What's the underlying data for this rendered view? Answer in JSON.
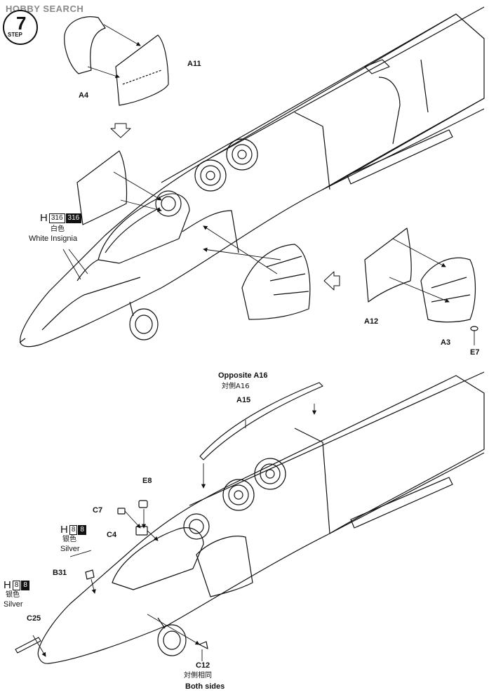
{
  "watermark": "HOBBY SEARCH",
  "step": {
    "label": "STEP",
    "number": "7"
  },
  "top": {
    "parts": {
      "A11": "A11",
      "A4": "A4",
      "A12": "A12",
      "A3": "A3",
      "E7": "E7"
    },
    "paint": {
      "h": "H",
      "code_a": "316",
      "code_b": "316",
      "cn": "白色",
      "en": "White Insignia"
    }
  },
  "bottom": {
    "parts": {
      "A15": "A15",
      "E8": "E8",
      "C7": "C7",
      "C4": "C4",
      "B31": "B31",
      "C25": "C25",
      "C12": "C12"
    },
    "opposite": {
      "en": "Opposite A16",
      "cn": "対側A16"
    },
    "both_sides": {
      "cn": "対側相同",
      "en": "Both sides"
    },
    "paint1": {
      "h": "H",
      "code_a": "8",
      "code_b": "8",
      "cn": "银色",
      "en": "Silver"
    },
    "paint2": {
      "h": "H",
      "code_a": "8",
      "code_b": "8",
      "cn": "银色",
      "en": "Silver"
    }
  }
}
